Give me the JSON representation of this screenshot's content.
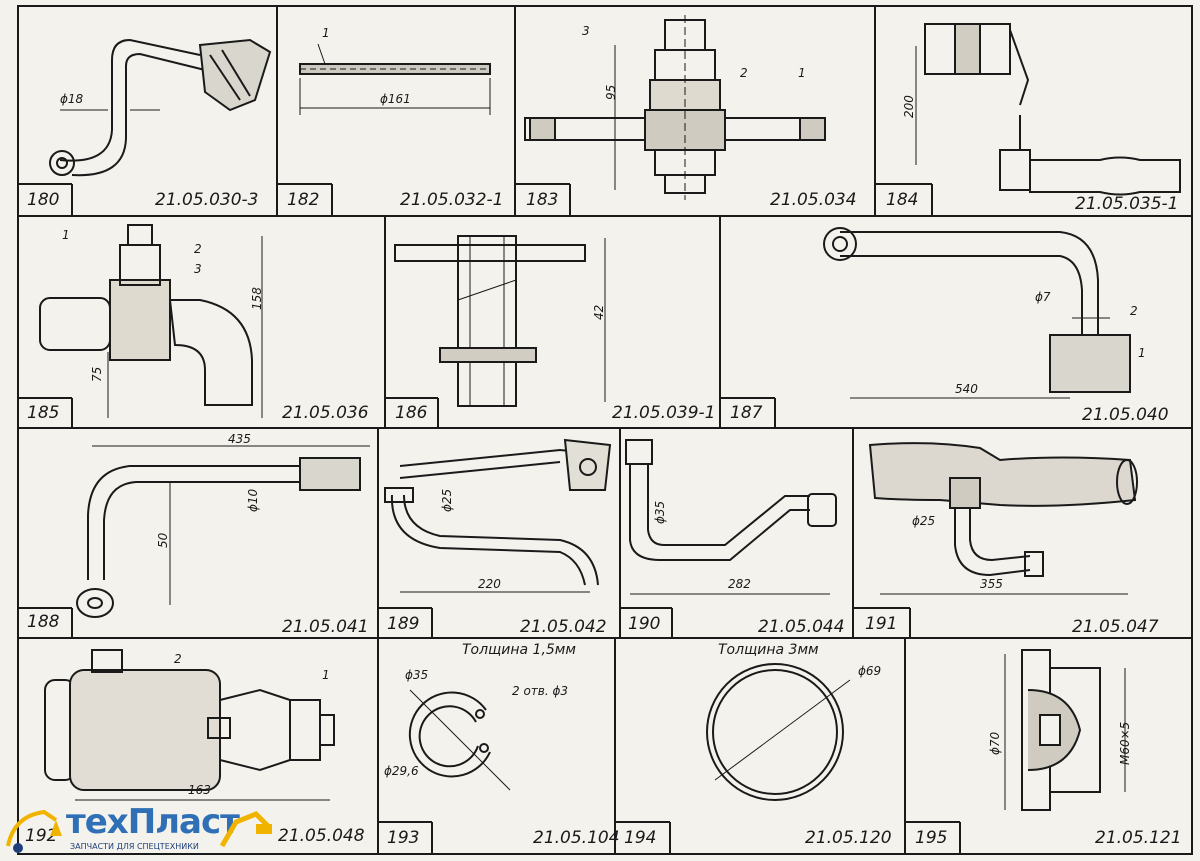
{
  "cells": [
    {
      "num": "180",
      "code": "21.05.030-3"
    },
    {
      "num": "182",
      "code": "21.05.032-1"
    },
    {
      "num": "183",
      "code": "21.05.034"
    },
    {
      "num": "184",
      "code": "21.05.035-1"
    },
    {
      "num": "185",
      "code": "21.05.036"
    },
    {
      "num": "186",
      "code": "21.05.039-1"
    },
    {
      "num": "187",
      "code": "21.05.040"
    },
    {
      "num": "188",
      "code": "21.05.041"
    },
    {
      "num": "189",
      "code": "21.05.042"
    },
    {
      "num": "190",
      "code": "21.05.044"
    },
    {
      "num": "191",
      "code": "21.05.047"
    },
    {
      "num": "192",
      "code": "21.05.048"
    },
    {
      "num": "193",
      "code": "21.05.104"
    },
    {
      "num": "194",
      "code": "21.05.120"
    },
    {
      "num": "195",
      "code": "21.05.121"
    }
  ],
  "dims": {
    "d180": "ϕ18",
    "d182": "ϕ161",
    "d183_h": "95",
    "d184_h": "200",
    "d185_h1": "158",
    "d185_h2": "75",
    "d186_h": "42",
    "d187_d": "ϕ7",
    "d187_l": "540",
    "d188_l": "435",
    "d188_h": "50",
    "d188_d": "ϕ10",
    "d189_d": "ϕ25",
    "d189_l": "220",
    "d190_d": "ϕ35",
    "d190_l": "282",
    "d191_d": "ϕ25",
    "d191_l": "355",
    "d192_l": "163",
    "d193_d1": "ϕ35",
    "d193_d2": "ϕ29,6",
    "d193_holes": "2 отв. ϕ3",
    "d194_d": "ϕ69",
    "d195_d": "ϕ70",
    "d195_thread": "M60×5"
  },
  "callouts": {
    "one": "1",
    "two": "2",
    "three": "3"
  },
  "notes": {
    "n193": "Толщина 1,5мм",
    "n194": "Толщина 3мм"
  },
  "logo": {
    "name": "техПласт",
    "tagline": "ЗАПЧАСТИ ДЛЯ СПЕЦТЕХНИКИ"
  }
}
